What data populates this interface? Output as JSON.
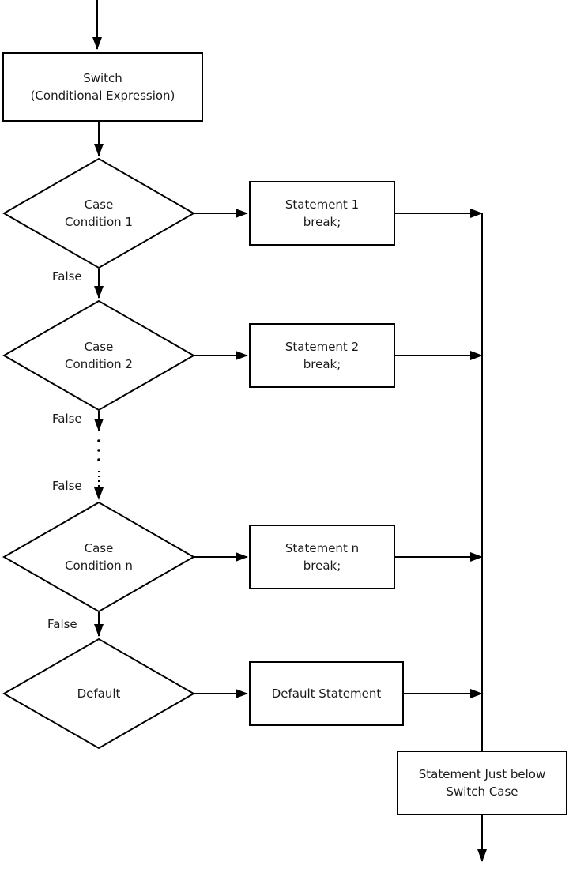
{
  "nodes": {
    "switch_box": {
      "line1": "Switch",
      "line2": "(Conditional Expression)"
    },
    "case1": {
      "line1": "Case",
      "line2": "Condition 1"
    },
    "case2": {
      "line1": "Case",
      "line2": "Condition 2"
    },
    "case_n": {
      "line1": "Case",
      "line2": "Condition n"
    },
    "default_decision": {
      "line1": "Default"
    },
    "statement1": {
      "line1": "Statement 1",
      "line2": "break;"
    },
    "statement2": {
      "line1": "Statement 2",
      "line2": "break;"
    },
    "statement_n": {
      "line1": "Statement n",
      "line2": "break;"
    },
    "default_statement": {
      "line1": "Default Statement"
    },
    "below_switch_box": {
      "line1": "Statement Just below",
      "line2": "Switch Case"
    }
  },
  "edge_labels": {
    "false_1": "False",
    "false_2": "False",
    "false_3": "False",
    "false_4": "False"
  },
  "colors": {
    "line": "#000000",
    "node_fill": "#ffffff",
    "text": "#1a1a1a"
  }
}
